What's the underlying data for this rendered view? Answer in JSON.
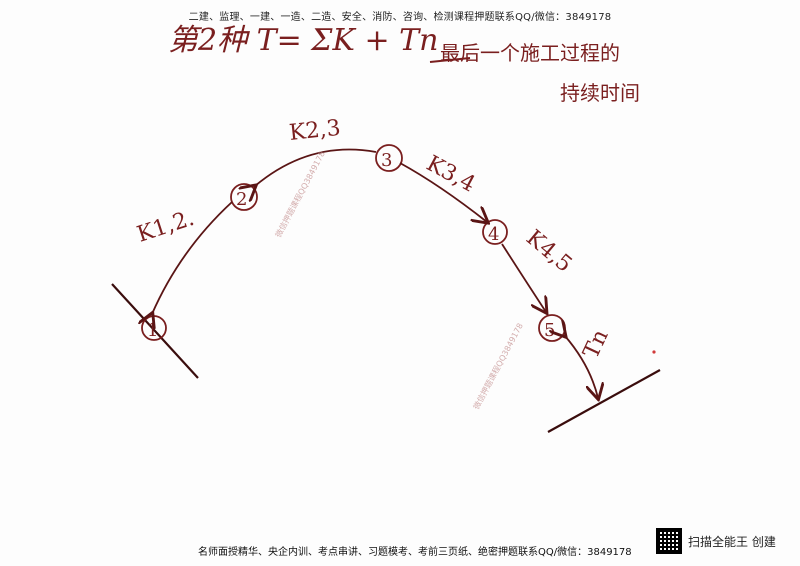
{
  "header": {
    "text": "二建、监理、一建、一造、二造、安全、消防、咨询、检测课程押题联系QQ/微信：3849178"
  },
  "footer": {
    "text": "名师面授精华、央企内训、考点串讲、习题模考、考前三页纸、绝密押题联系QQ/微信：3849178"
  },
  "brand": {
    "label": "扫描全能王 创建",
    "qr_icon": "qr-code-icon"
  },
  "handwriting": {
    "title": "第2种 T= ΣK + Tn",
    "note_line1": "最后一个施工过程的",
    "note_line2": "持续时间",
    "nodes": [
      "1",
      "2",
      "3",
      "4",
      "5"
    ],
    "k12": "K1,2.",
    "k23": "K2,3",
    "k34": "K3,4",
    "k45": "K4,5",
    "tn": "Tn"
  },
  "watermarks": {
    "mark1": "微信押题课程QQ3849178",
    "mark2": "微信押题课程QQ3849178"
  },
  "colors": {
    "ink": "#7a1f1f",
    "arrow": "#5a1515"
  }
}
